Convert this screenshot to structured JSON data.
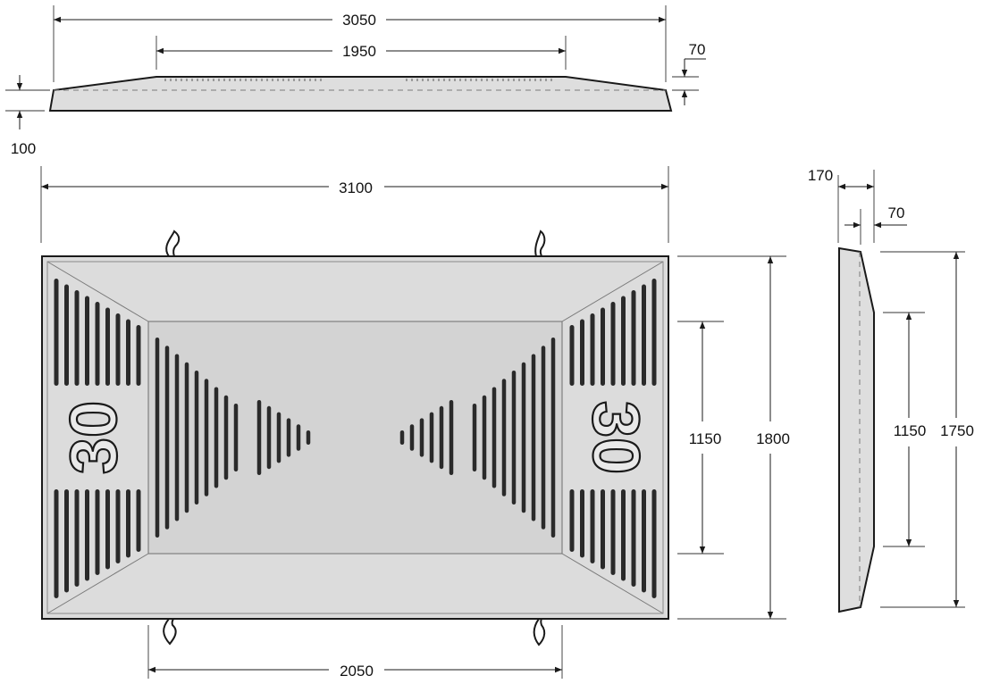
{
  "colors": {
    "body_fill": "#dedede",
    "surface_fill": "#d6d6d6",
    "outline": "#1a1a1a",
    "slot": "#2a2a2a",
    "dimension": "#1a1a1a"
  },
  "top_view": {
    "dims": {
      "overall_length": "3050",
      "flat_length": "1950",
      "height": "100",
      "edge_height": "70"
    }
  },
  "plan_view": {
    "speed_label": "30",
    "dims": {
      "overall_length": "3100",
      "width": "1800",
      "inner_width": "1150",
      "inner_length": "2050"
    }
  },
  "side_view": {
    "dims": {
      "depth": "170",
      "edge_depth": "70",
      "inner_height": "1150",
      "overall_height": "1750"
    }
  }
}
